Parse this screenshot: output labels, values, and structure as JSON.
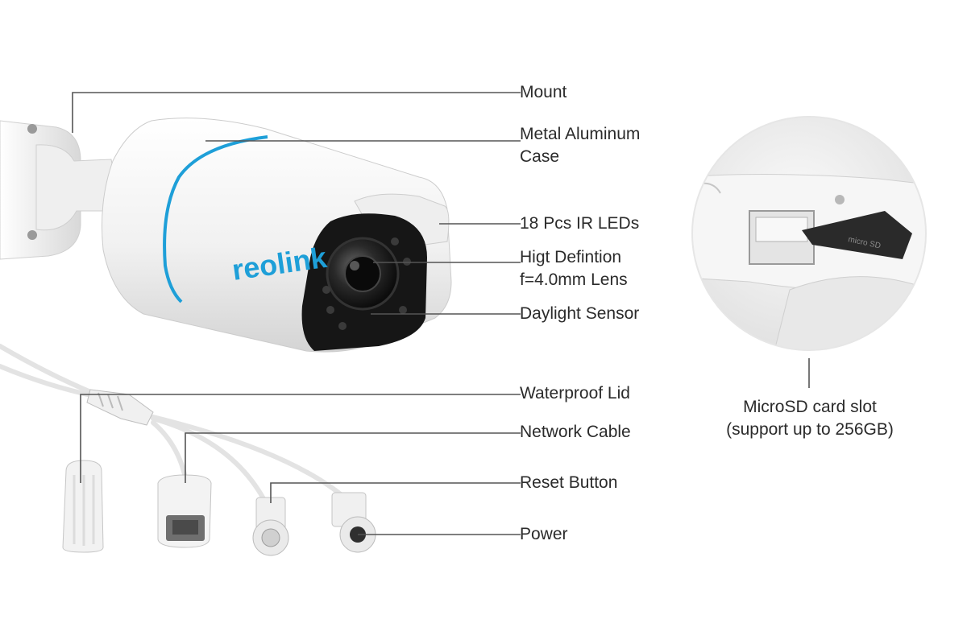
{
  "brand": {
    "logo_text": "reolink",
    "accent": "#1e9fd8"
  },
  "callouts": [
    {
      "id": "mount",
      "lines": [
        "Mount"
      ]
    },
    {
      "id": "case",
      "lines": [
        "Metal Aluminum",
        "Case"
      ]
    },
    {
      "id": "ir-leds",
      "lines": [
        "18 Pcs IR LEDs"
      ]
    },
    {
      "id": "lens",
      "lines": [
        "Higt Defintion",
        "f=4.0mm Lens"
      ]
    },
    {
      "id": "daylight",
      "lines": [
        "Daylight Sensor"
      ]
    },
    {
      "id": "lid",
      "lines": [
        "Waterproof Lid"
      ]
    },
    {
      "id": "network",
      "lines": [
        "Network Cable"
      ]
    },
    {
      "id": "reset",
      "lines": [
        "Reset Button"
      ]
    },
    {
      "id": "power",
      "lines": [
        "Power"
      ]
    }
  ],
  "microsd": {
    "lines": [
      "MicroSD card slot",
      "(support up to 256GB)"
    ],
    "card_text": "micro SD"
  },
  "colors": {
    "line": "#555555",
    "text": "#2b2b2b",
    "body": "#f4f4f4",
    "shade": "#d9d9d9",
    "dark": "#1e1e1e"
  }
}
